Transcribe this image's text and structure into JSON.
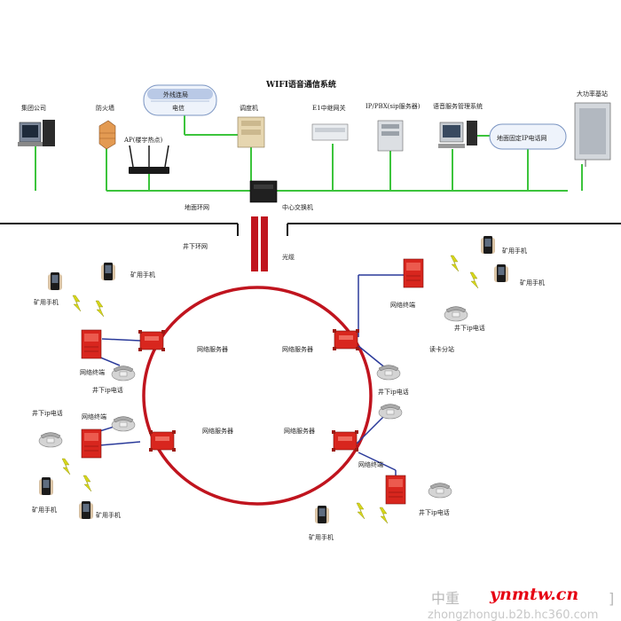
{
  "title": "WIFI语音通信系统",
  "top_devices": {
    "group_company": "集团公司",
    "firewall": "防火墙",
    "ap": "AP(楼宇热点)",
    "ext_cloud_top": "外线连局",
    "ext_cloud_bottom": "电信",
    "dispatcher": "调度机",
    "e1_gateway": "E1中继网关",
    "ip_pbx": "IP/PBX(sip服务器)",
    "voice_mgmt": "语音服务管理系统",
    "ground_phone": "地面固定IP电话网",
    "base_station": "大功率基站",
    "ground_lan": "地面环网",
    "center_switch": "中心交换机"
  },
  "underground": {
    "ring_label": "井下环网",
    "optical_cable": "光缆",
    "net_server": "网络服务器",
    "net_terminal": "网络终端",
    "mine_phone": "矿用手机",
    "ip_phone": "井下ip电话",
    "card_reader": "读卡分站"
  },
  "watermark": {
    "left": "中重",
    "brand": "ynmtw.cn",
    "url": "zhongzhongu.b2b.hc360.com",
    "bracket": "]"
  },
  "colors": {
    "green_line": "#3cc43c",
    "ring": "#c0141e",
    "device_red": "#d8261e",
    "blue_line": "#2a3a9a",
    "bolt": "#d6d61a"
  }
}
